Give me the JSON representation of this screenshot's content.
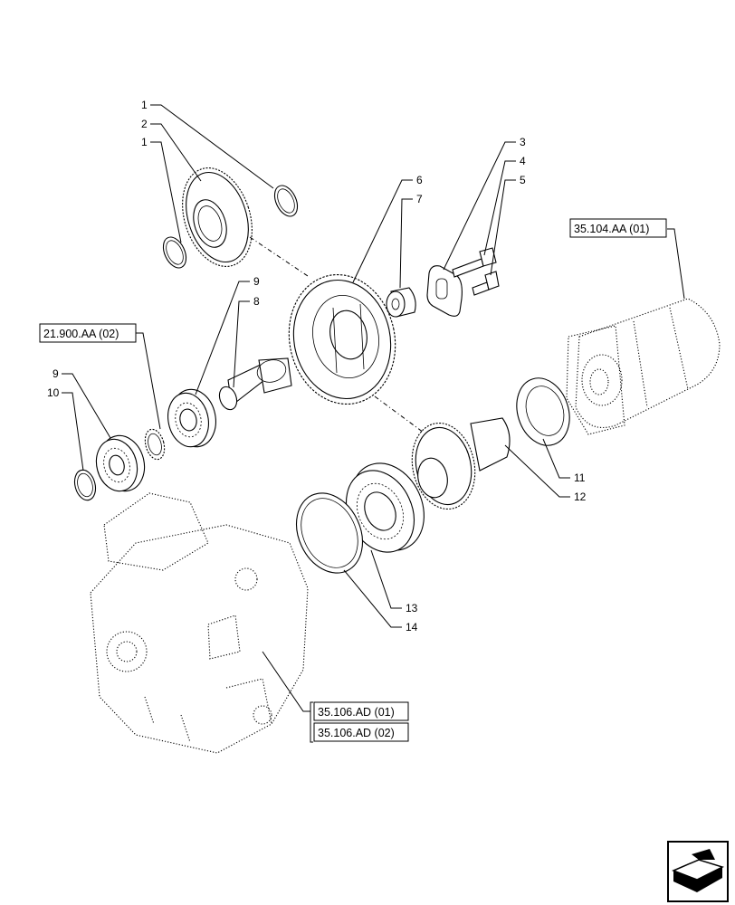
{
  "callouts": [
    {
      "id": "c1a",
      "text": "1"
    },
    {
      "id": "c2",
      "text": "2"
    },
    {
      "id": "c1b",
      "text": "1"
    },
    {
      "id": "c3",
      "text": "3"
    },
    {
      "id": "c4",
      "text": "4"
    },
    {
      "id": "c5",
      "text": "5"
    },
    {
      "id": "c6",
      "text": "6"
    },
    {
      "id": "c7",
      "text": "7"
    },
    {
      "id": "c9a",
      "text": "9"
    },
    {
      "id": "c8",
      "text": "8"
    },
    {
      "id": "c9b",
      "text": "9"
    },
    {
      "id": "c10",
      "text": "10"
    },
    {
      "id": "c11",
      "text": "11"
    },
    {
      "id": "c12",
      "text": "12"
    },
    {
      "id": "c13",
      "text": "13"
    },
    {
      "id": "c14",
      "text": "14"
    }
  ],
  "references": [
    {
      "id": "ref_35104",
      "text": "35.104.AA (01)"
    },
    {
      "id": "ref_21900",
      "text": "21.900.AA (02)"
    },
    {
      "id": "ref_35106_01",
      "text": "35.106.AD (01)"
    },
    {
      "id": "ref_35106_02",
      "text": "35.106.AD (02)"
    }
  ],
  "nav": {
    "icon": "next-page-arrow-icon"
  }
}
